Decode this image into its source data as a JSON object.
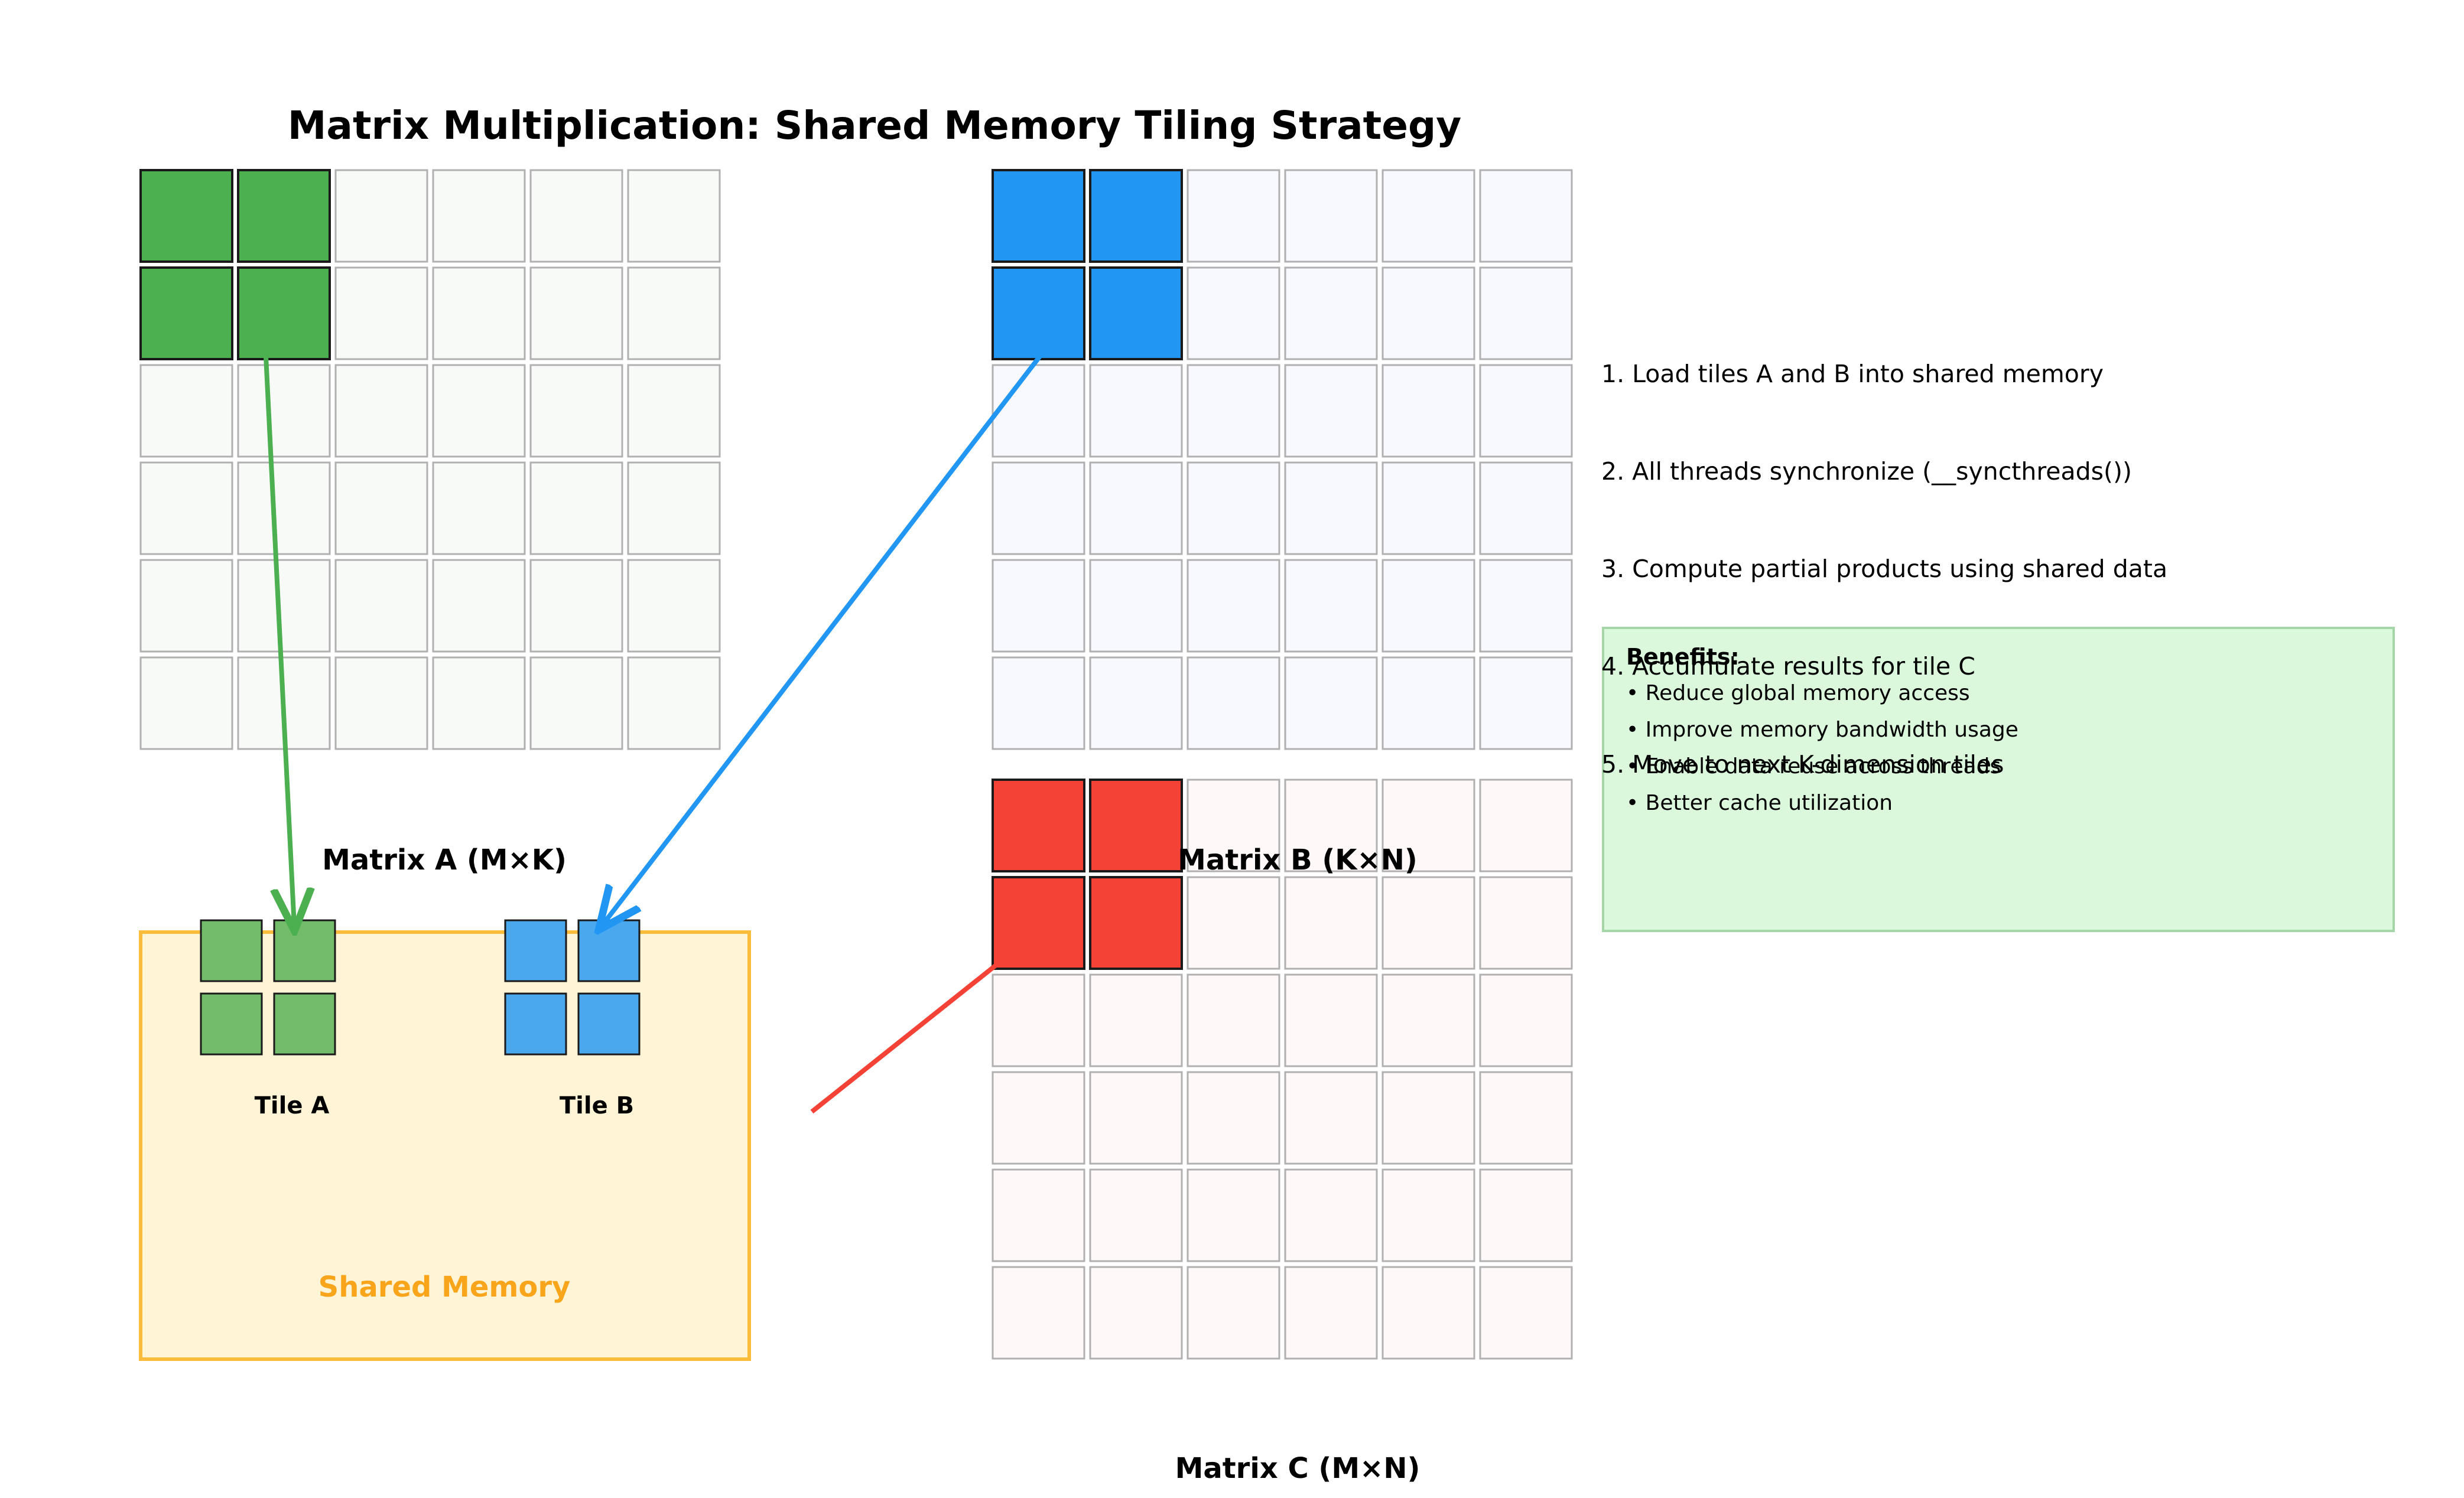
{
  "title": "Matrix Multiplication: Shared Memory Tiling Strategy",
  "matrix_a": {
    "label": "Matrix A (M×K)",
    "rows": 6,
    "cols": 6,
    "tile_rows": 2,
    "tile_cols": 2
  },
  "matrix_b": {
    "label": "Matrix B (K×N)",
    "rows": 6,
    "cols": 6,
    "tile_rows": 2,
    "tile_cols": 2
  },
  "matrix_c": {
    "label": "Matrix C (M×N)",
    "rows": 6,
    "cols": 6,
    "tile_rows": 2,
    "tile_cols": 2
  },
  "shared_memory": {
    "label": "Shared Memory",
    "tile_a_label": "Tile A",
    "tile_b_label": "Tile B"
  },
  "steps": [
    "1. Load tiles A and B into shared memory",
    "2. All threads synchronize (__syncthreads())",
    "3. Compute partial products using shared data",
    "4. Accumulate results for tile C",
    "5. Move to next K-dimension tiles"
  ],
  "benefits": {
    "heading": "Benefits:",
    "items": [
      "• Reduce global memory access",
      "• Improve memory bandwidth usage",
      "• Enable data reuse across threads",
      "• Better cache utilization"
    ]
  },
  "colors": {
    "a_tile": "#4caf50",
    "a_bg": "#f8faf8",
    "a_smem": "#72bc6c",
    "b_tile": "#2196f3",
    "b_bg": "#f8f9ff",
    "b_smem": "#4aa8ef",
    "c_tile": "#f44336",
    "c_bg": "#fff8f8",
    "smem_fill": "#fff5d6",
    "smem_border": "#fbbc3c",
    "smem_text": "#f8a51b",
    "benefits_fill": "#dbf8dd",
    "benefits_border": "#a5d6a7"
  }
}
